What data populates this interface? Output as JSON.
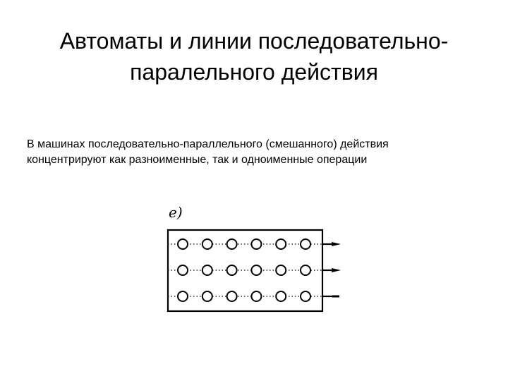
{
  "title": {
    "line1": "Автоматы и линии последовательно-",
    "line2": "паралельного действия"
  },
  "body": {
    "line1": "В машинах последовательно-параллельного (смешанного) действия",
    "line2": "концентрируют как разноименные, так и одноименные операции"
  },
  "figure": {
    "label": "e)",
    "rows": 3,
    "stations_per_row": 6
  }
}
